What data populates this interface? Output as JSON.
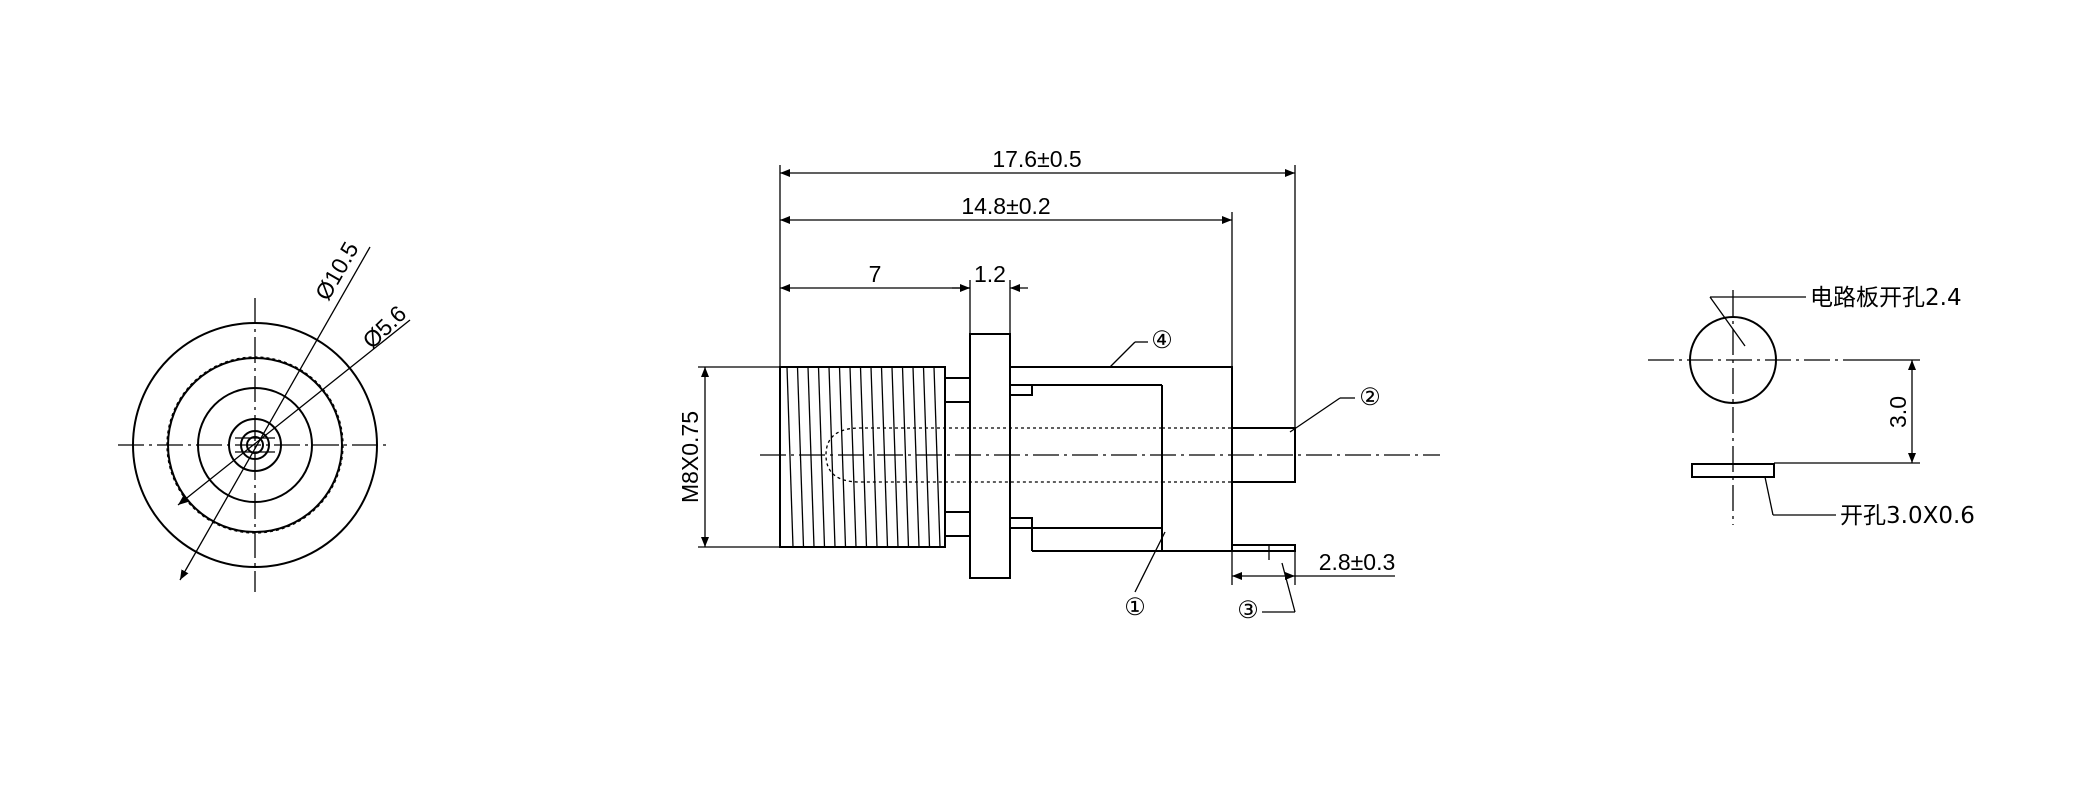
{
  "front_view": {
    "dim_outer_diameter": "Ø10.5",
    "dim_inner_diameter": "Ø5.6"
  },
  "side_view": {
    "dim_total_length": "17.6±0.5",
    "dim_body_length": "14.8±0.2",
    "dim_thread_length": "7",
    "dim_flange_thickness": "1.2",
    "dim_thread_spec": "M8X0.75",
    "dim_terminal_width": "2.8±0.3",
    "callout_1": "①",
    "callout_2": "②",
    "callout_3": "③",
    "callout_4": "④"
  },
  "pcb_view": {
    "label_round_hole": "电路板开孔2.4",
    "label_slot_hole": "开孔3.0X0.6",
    "dim_hole_spacing": "3.0"
  }
}
